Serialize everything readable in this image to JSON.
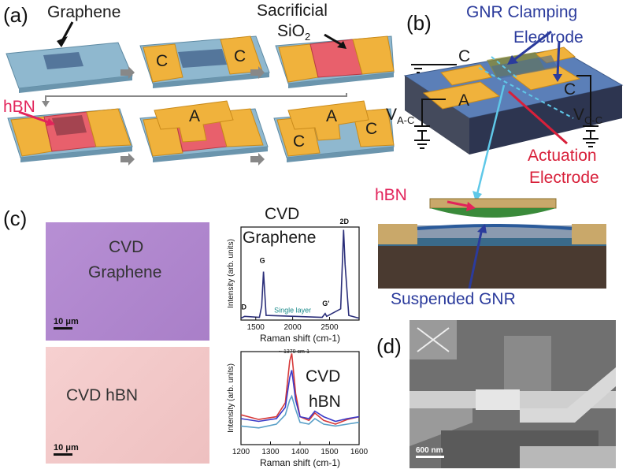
{
  "panel_labels": {
    "a": "(a)",
    "b": "(b)",
    "c": "(c)",
    "d": "(d)"
  },
  "panel_a": {
    "graphene": "Graphene",
    "sacrificial": "Sacrificial",
    "sio2": "SiO",
    "sio2_sub": "2",
    "hbn": "hBN",
    "c_label": "C",
    "a_label": "A"
  },
  "panel_b": {
    "gnr_clamping": "GNR Clamping",
    "electrode": "Electrode",
    "c_label": "C",
    "a_label": "A",
    "vac": "V",
    "vac_sub": "A-C",
    "vcc": "V",
    "vcc_sub": "C-C",
    "actuation": "Actuation",
    "actuation_electrode": "Electrode",
    "hbn": "hBN",
    "suspended_gnr": "Suspended  GNR"
  },
  "panel_c": {
    "cvd_graphene_img_line1": "CVD",
    "cvd_graphene_img_line2": "Graphene",
    "scale_top": "10 μm",
    "cvd_hbn_img": "CVD hBN",
    "scale_bottom": "10 μm",
    "spectrum_top_title1": "CVD",
    "spectrum_top_title2": "Graphene",
    "spectrum_bottom_title1": "CVD",
    "spectrum_bottom_title2": "hBN",
    "single_layer": "Single layer",
    "hbn_peak": "~ 1370 cm",
    "hbn_peak_sup": "-1"
  },
  "panel_d": {
    "scale": "600 nm"
  },
  "colors": {
    "substrate": "#8fb8cf",
    "electrode": "#f0b23c",
    "sacrificial": "#e8606c",
    "graphene": "#4a6a92",
    "graphene_trace": "#2b2f7a",
    "hbn_traces": [
      "#d63a3a",
      "#3a3ac8",
      "#5aa0c8"
    ],
    "hbn_image": "#f2c9c9",
    "graphene_image": "#b58bd0"
  },
  "chart_data": [
    {
      "type": "line",
      "title": "",
      "xlabel": "Raman shift (cm-1)",
      "ylabel": "Intensity (arb. units)",
      "xlim": [
        1300,
        2900
      ],
      "ylim": [
        0,
        1
      ],
      "xticks": [
        "1500",
        "2000",
        "2500"
      ],
      "peak_labels": [
        "D",
        "G",
        "G'",
        "2D"
      ],
      "series": [
        {
          "x": [
            1300,
            1350,
            1550,
            1580,
            1605,
            1640,
            2400,
            2440,
            2460,
            2650,
            2690,
            2710,
            2760,
            2900
          ],
          "y": [
            0.02,
            0.04,
            0.03,
            0.15,
            0.52,
            0.05,
            0.03,
            0.07,
            0.04,
            0.12,
            0.97,
            0.6,
            0.05,
            0.02
          ]
        }
      ]
    },
    {
      "type": "line",
      "title": "",
      "xlabel": "Raman shift (cm-1)",
      "ylabel": "Intensity (arb. units)",
      "xlim": [
        1200,
        1600
      ],
      "ylim": [
        0,
        1
      ],
      "xticks": [
        "1200",
        "1300",
        "1400",
        "1500",
        "1600"
      ],
      "series": [
        {
          "x": [
            1200,
            1260,
            1320,
            1350,
            1365,
            1372,
            1385,
            1400,
            1430,
            1450,
            1480,
            1520,
            1560,
            1600
          ],
          "y": [
            0.32,
            0.27,
            0.3,
            0.45,
            0.9,
            0.98,
            0.55,
            0.3,
            0.26,
            0.34,
            0.26,
            0.22,
            0.27,
            0.3
          ]
        },
        {
          "x": [
            1200,
            1260,
            1320,
            1350,
            1365,
            1372,
            1385,
            1400,
            1430,
            1450,
            1480,
            1520,
            1560,
            1600
          ],
          "y": [
            0.28,
            0.25,
            0.28,
            0.4,
            0.72,
            0.8,
            0.48,
            0.3,
            0.28,
            0.36,
            0.3,
            0.25,
            0.28,
            0.3
          ]
        },
        {
          "x": [
            1200,
            1260,
            1320,
            1350,
            1365,
            1372,
            1385,
            1400,
            1430,
            1450,
            1480,
            1520,
            1560,
            1600
          ],
          "y": [
            0.2,
            0.18,
            0.22,
            0.32,
            0.48,
            0.52,
            0.38,
            0.24,
            0.22,
            0.28,
            0.22,
            0.2,
            0.22,
            0.24
          ]
        }
      ]
    }
  ]
}
